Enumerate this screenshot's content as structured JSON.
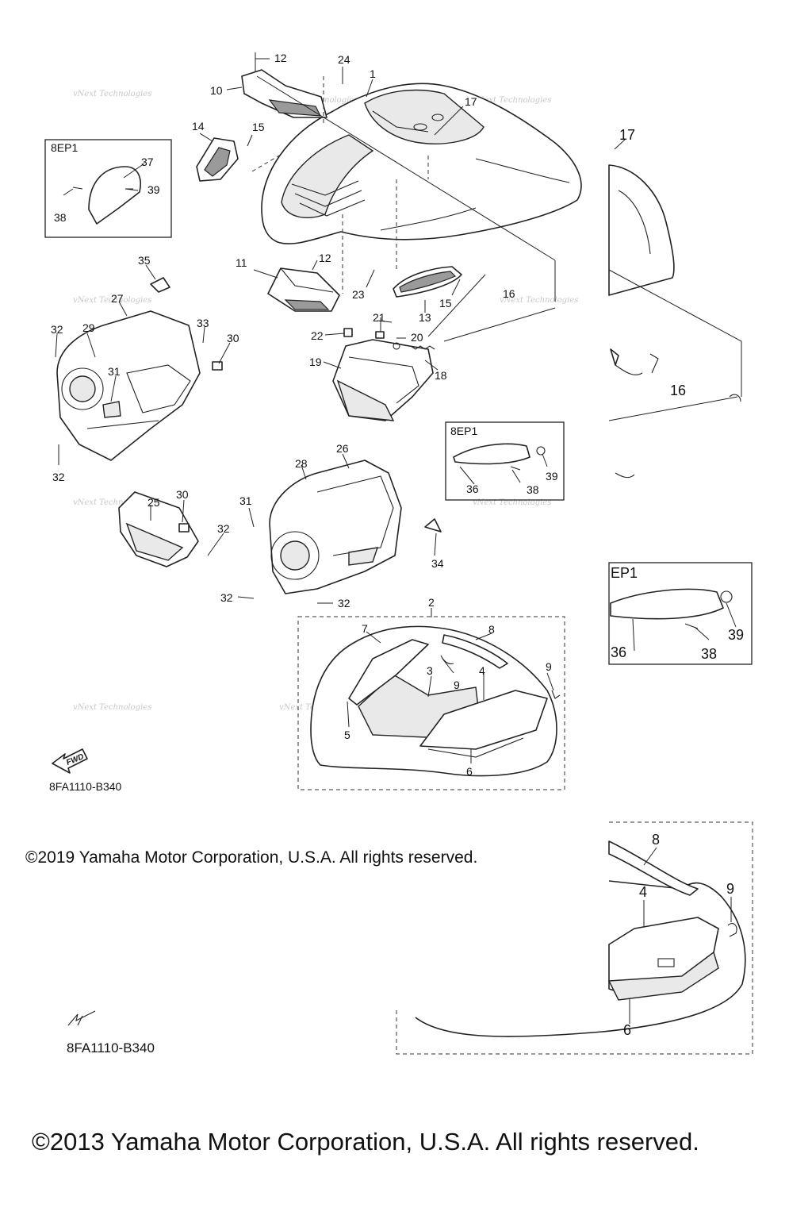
{
  "callouts": {
    "n1": "1",
    "n2": "2",
    "n3": "3",
    "n4": "4",
    "n5": "5",
    "n6": "6",
    "n7": "7",
    "n8": "8",
    "n9": "9",
    "n10": "10",
    "n11": "11",
    "n12": "12",
    "n13": "13",
    "n14": "14",
    "n15": "15",
    "n16": "16",
    "n17": "17",
    "n18": "18",
    "n19": "19",
    "n20": "20",
    "n21": "21",
    "n22": "22",
    "n23": "23",
    "n24": "24",
    "n25": "25",
    "n26": "26",
    "n27": "27",
    "n28": "28",
    "n29": "29",
    "n30": "30",
    "n31": "31",
    "n32": "32",
    "n33": "33",
    "n34": "34",
    "n35": "35",
    "n36": "36",
    "n37": "37",
    "n38": "38",
    "n39": "39"
  },
  "inset_labels": {
    "top_left": "8EP1",
    "middle": "8EP1",
    "right_zoom": "EP1"
  },
  "watermark": "vNext Technologies",
  "fwd_label": "FWD",
  "diagram_code": "8FA1110-B340",
  "copyright_2019": "©2019 Yamaha Motor Corporation, U.S.A. All rights reserved.",
  "copyright_2013": "©2013 Yamaha Motor Corporation, U.S.A. All rights reserved."
}
